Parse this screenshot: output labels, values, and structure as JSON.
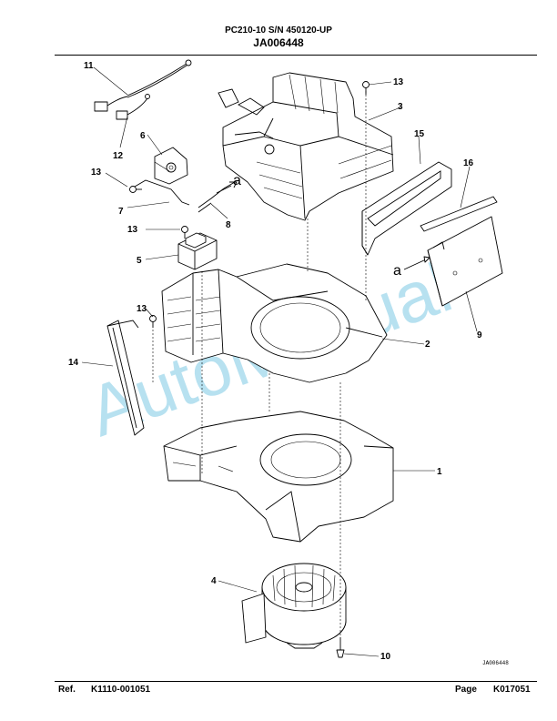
{
  "header": {
    "model_line": "PC210-10 S/N 450120-UP",
    "drawing_id": "JA006448"
  },
  "diagram": {
    "callouts": [
      "1",
      "2",
      "3",
      "4",
      "5",
      "6",
      "7",
      "8",
      "9",
      "10",
      "11",
      "12",
      "13",
      "13",
      "13",
      "13",
      "14",
      "15",
      "16"
    ],
    "connector_marks": [
      "a",
      "a"
    ],
    "drawing_code": "JA006448",
    "watermark": "AutoManual"
  },
  "footer": {
    "ref_label": "Ref.",
    "ref_value": "K1110-001051",
    "page_label": "Page",
    "page_value": "K017051"
  }
}
